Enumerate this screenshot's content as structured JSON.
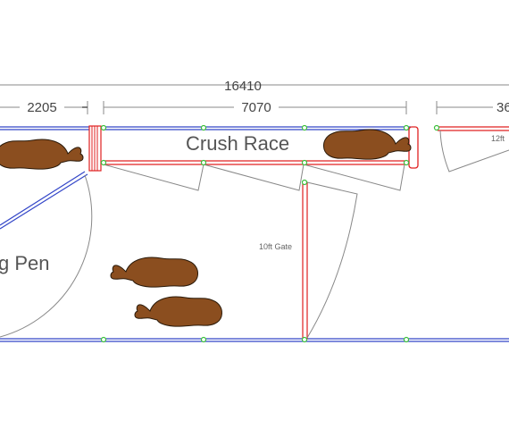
{
  "dimensions": {
    "overall": "16410",
    "left_segment": "2205",
    "middle_segment": "7070",
    "right_segment": "36"
  },
  "labels": {
    "crush_race": "Crush Race",
    "pen": "g Pen",
    "gate_10ft": "10ft Gate",
    "gate_12ft": "12ft"
  },
  "colors": {
    "fence_blue": "#3346c8",
    "gate_red": "#e02020",
    "post_green": "#3cc03c",
    "cow_fill": "#8b4e1f",
    "cow_outline": "#2a1a0a",
    "line_grey": "#888888"
  },
  "icons": {
    "cow": "cow-icon"
  }
}
